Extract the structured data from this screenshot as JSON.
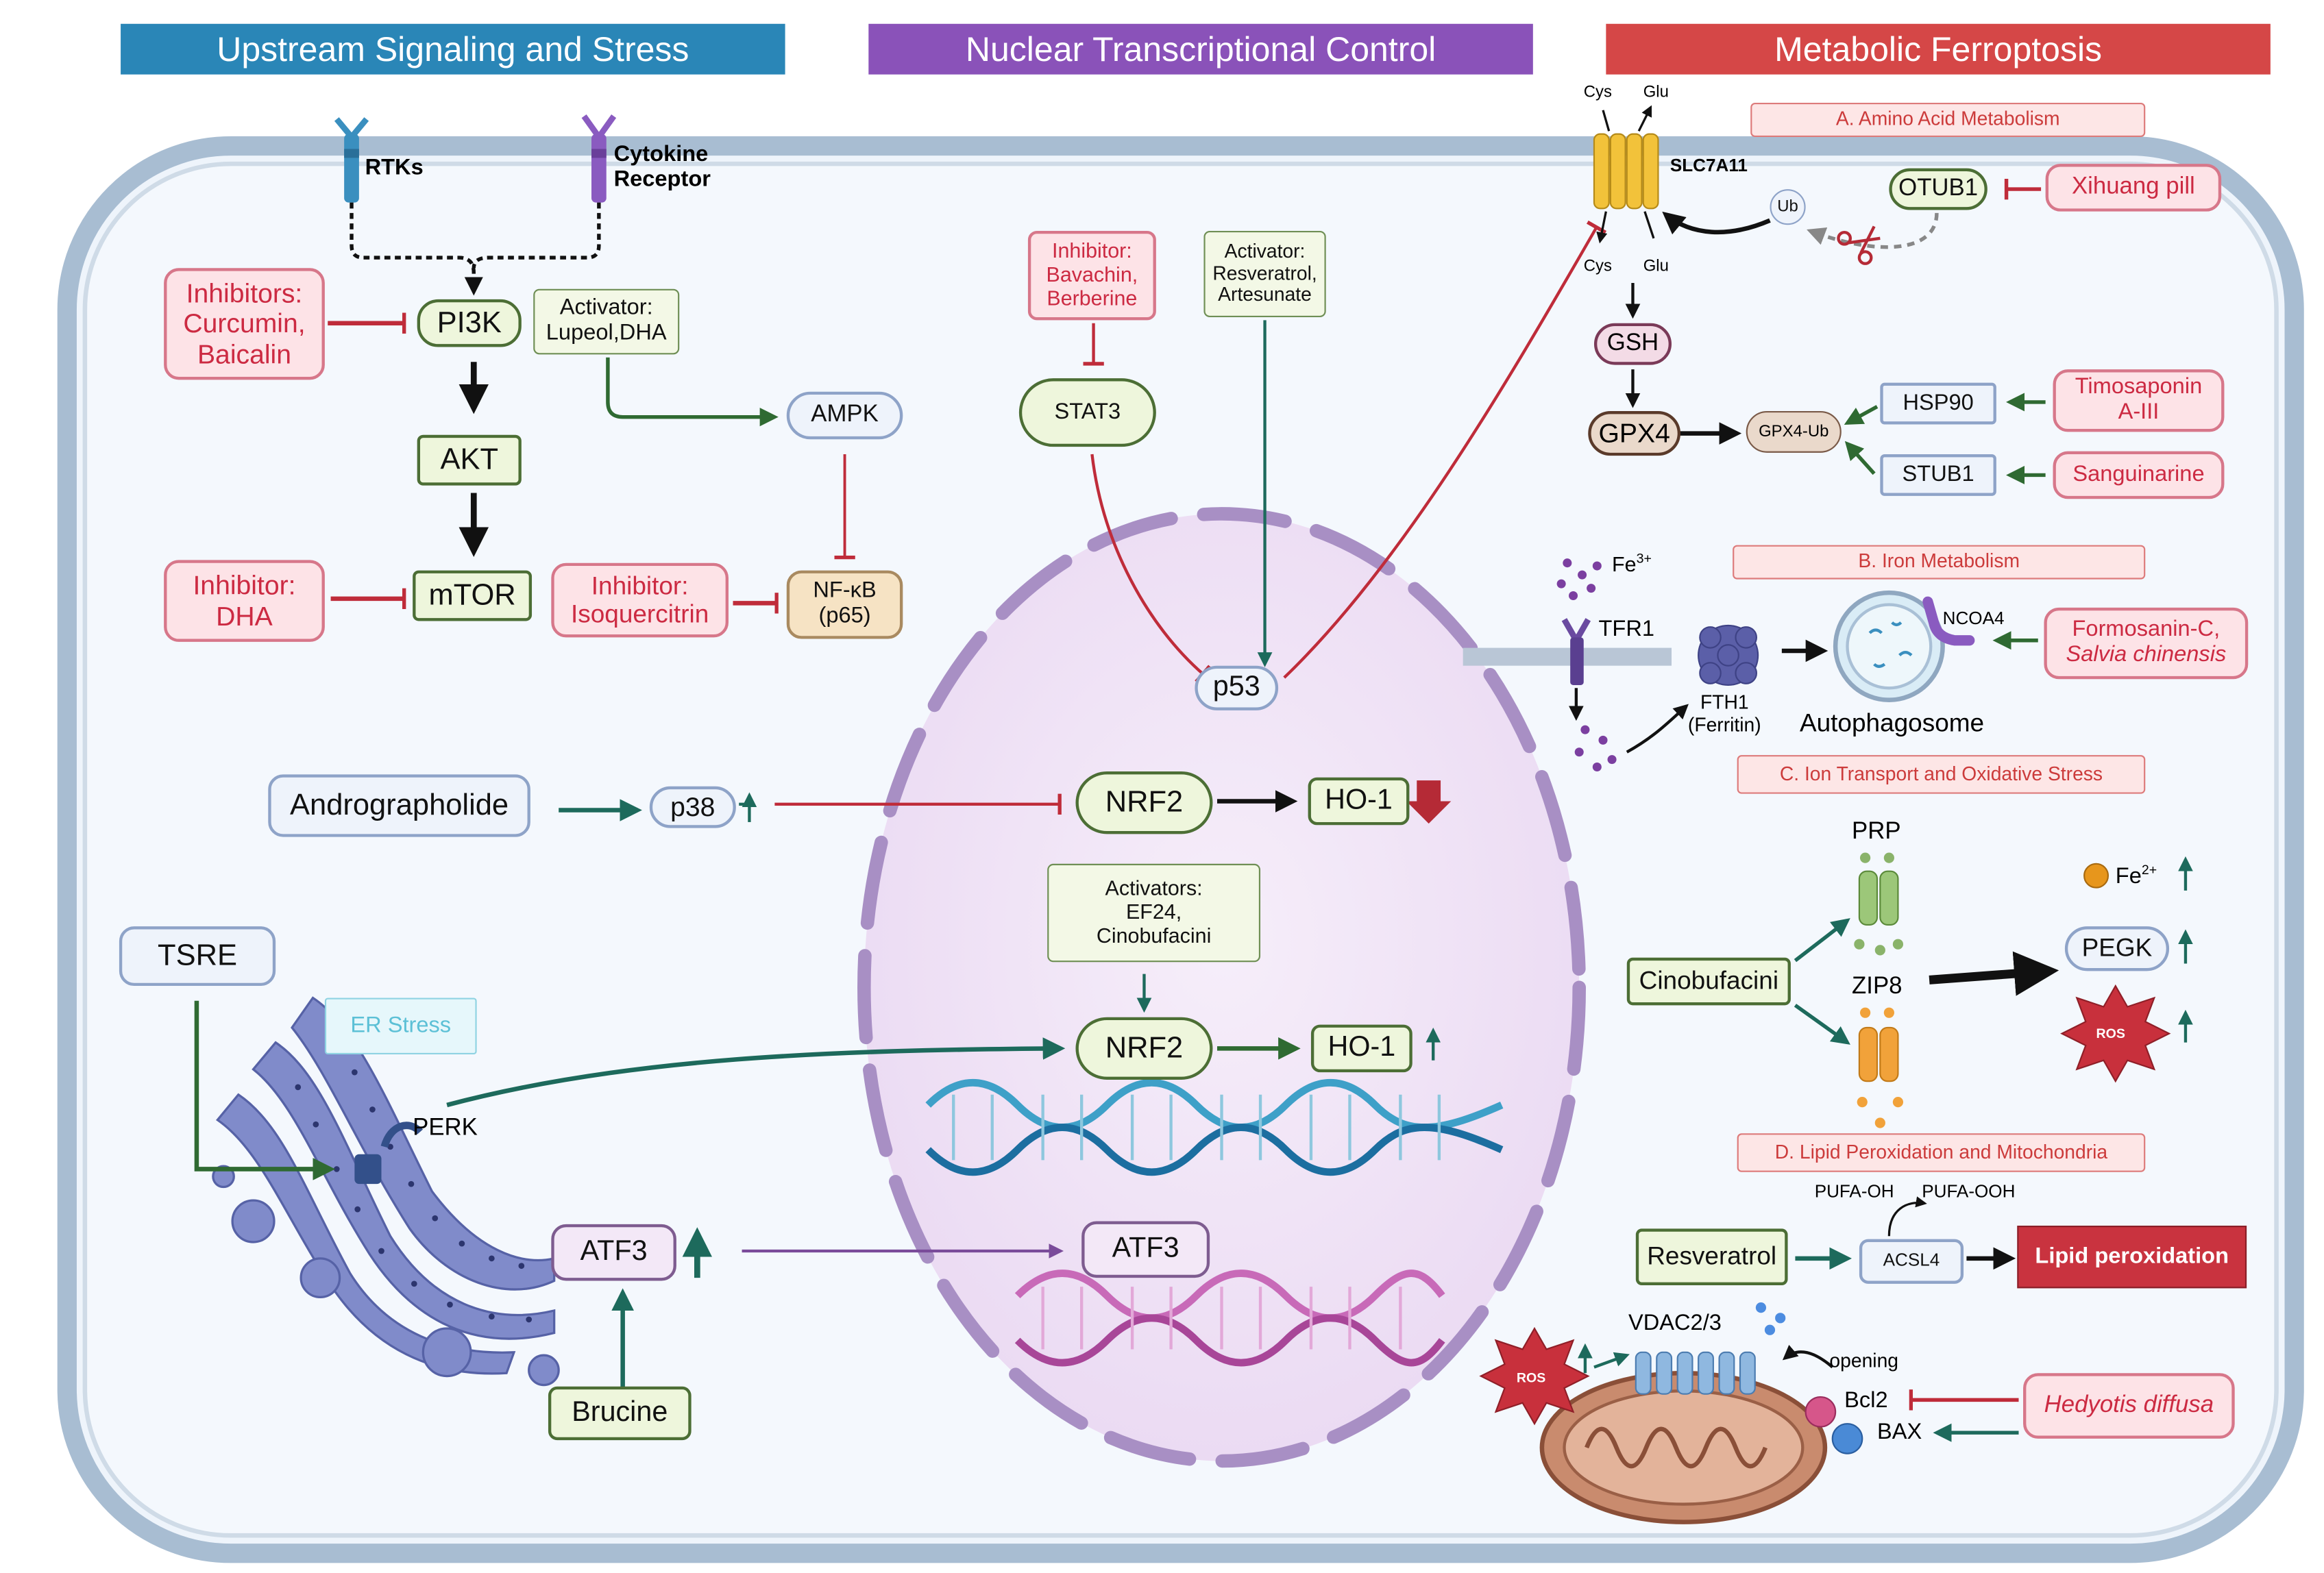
{
  "headers": {
    "upstream": "Upstream Signaling and Stress",
    "nuclear": "Nuclear Transcriptional Control",
    "metabolic": "Metabolic Ferroptosis"
  },
  "colors": {
    "header_upstream": "#2a86b7",
    "header_nuclear": "#8a52b9",
    "header_metabolic": "#d54747",
    "inhibition": "#bf2c3a",
    "activation": "#2f6a32",
    "membrane": "#a8bdd2"
  },
  "receptors": {
    "rtks": "RTKs",
    "cytokine_l1": "Cytokine",
    "cytokine_l2": "Receptor"
  },
  "upstream": {
    "inhibitors_curcumin": [
      "Inhibitors:",
      "Curcumin,",
      "Baicalin"
    ],
    "pi3k": "PI3K",
    "activator_lupeol": [
      "Activator:",
      "Lupeol,DHA"
    ],
    "akt": "AKT",
    "ampk": "AMPK",
    "inhibitor_dha": [
      "Inhibitor:",
      "DHA"
    ],
    "mtor": "mTOR",
    "inhibitor_isoquercitrin": [
      "Inhibitor:",
      "Isoquercitrin"
    ],
    "nfkb": [
      "NF-κB",
      "(p65)"
    ],
    "andrographolide": "Andrographolide",
    "p38": "p38",
    "tsre": "TSRE",
    "er_stress": "ER Stress",
    "perk": "PERK",
    "atf3": "ATF3",
    "brucine": "Brucine"
  },
  "nuclear": {
    "inhibitor_bavachin": [
      "Inhibitor:",
      "Bavachin,",
      "Berberine"
    ],
    "activator_resveratrol": [
      "Activator:",
      "Resveratrol,",
      "Artesunate"
    ],
    "stat3": "STAT3",
    "p53": "p53",
    "nrf2_top": "NRF2",
    "ho1_top": "HO-1",
    "activators_ef24": [
      "Activators:",
      "EF24,",
      "Cinobufacini"
    ],
    "nrf2_bottom": "NRF2",
    "ho1_bottom": "HO-1",
    "atf3": "ATF3"
  },
  "metabolic": {
    "section_a": "A. Amino Acid Metabolism",
    "section_b": "B. Iron Metabolism",
    "section_c": "C. Ion Transport and Oxidative Stress",
    "section_d": "D. Lipid Peroxidation and Mitochondria",
    "cys_top": "Cys",
    "glu_top": "Glu",
    "cys_bottom": "Cys",
    "glu_bottom": "Glu",
    "slc7a11": "SLC7A11",
    "ub": "Ub",
    "otub1": "OTUB1",
    "xihuang": "Xihuang pill",
    "gsh": "GSH",
    "gpx4": "GPX4",
    "gpx4ub": "GPX4-Ub",
    "hsp90": "HSP90",
    "stub1": "STUB1",
    "timosaponin": [
      "Timosaponin",
      "A-III"
    ],
    "sanguinarine": "Sanguinarine",
    "fe3": "Fe",
    "fe3_sup": "3+",
    "tfr1": "TFR1",
    "fth1": [
      "FTH1",
      "(Ferritin)"
    ],
    "ncoa4": "NCOA4",
    "autophagosome": "Autophagosome",
    "formosanin": [
      "Formosanin-C,",
      "Salvia chinensis"
    ],
    "prp": "PRP",
    "zip8": "ZIP8",
    "cinobufacini": "Cinobufacini",
    "fe2": "Fe",
    "fe2_sup": "2+",
    "pegk": "PEGK",
    "ros": "ROS",
    "pufa_oh": "PUFA-OH",
    "pufa_ooh": "PUFA-OOH",
    "resveratrol": "Resveratrol",
    "acsl4": "ACSL4",
    "lipid_peroxidation": "Lipid peroxidation",
    "vdac": "VDAC2/3",
    "opening": "opening",
    "bcl2": "Bcl2",
    "bax": "BAX",
    "hedyotis": "Hedyotis diffusa",
    "ros_mito": "ROS"
  }
}
